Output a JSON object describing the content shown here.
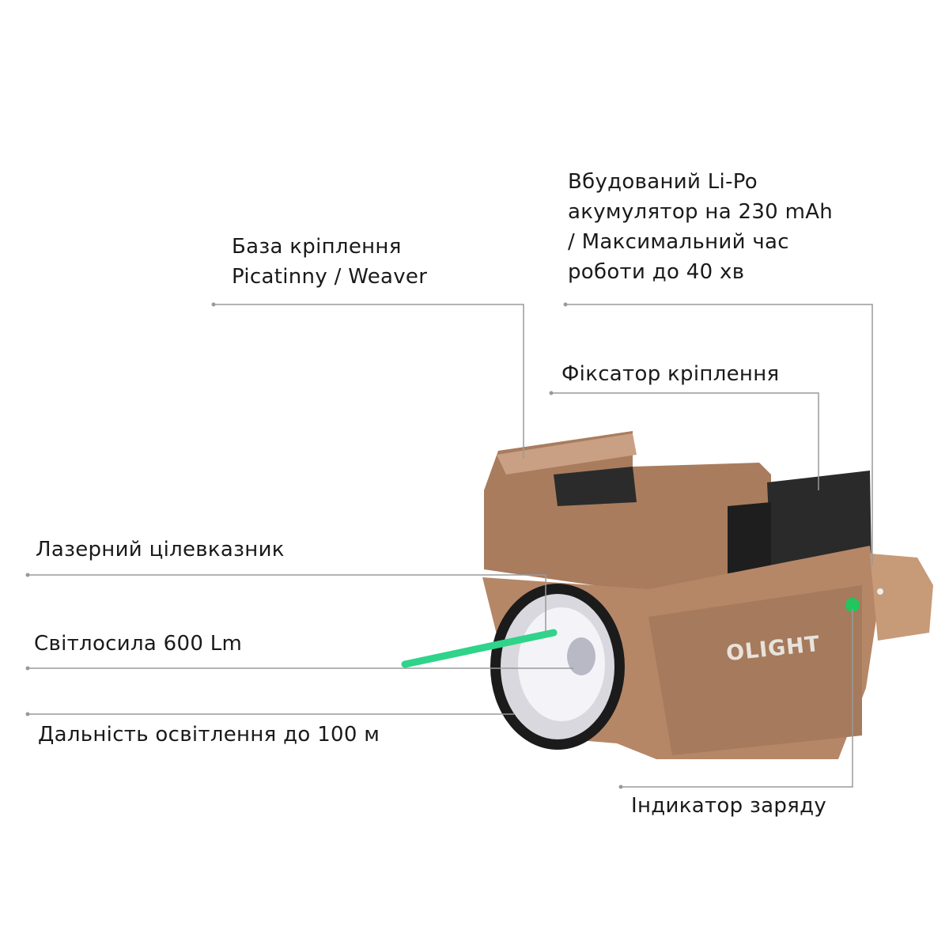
{
  "labels": {
    "mount_base": [
      "База кріплення",
      "Picatinny / Weaver"
    ],
    "battery": [
      "Вбудований Li-Po",
      "акумулятор на 230 mAh",
      "/ Максимальний час",
      "роботи до 40 хв"
    ],
    "mount_lock": "Фіксатор кріплення",
    "laser": "Лазерний цілевказник",
    "output": "Світлосила 600 Lm",
    "range": "Дальність освітлення до 100 м",
    "charge_indicator": "Індикатор заряду"
  },
  "product": {
    "brand_logo": "OLIGHT",
    "body_color": "#b58767",
    "laser_color": "#2fd38a",
    "indicator_color": "#22c55e"
  }
}
